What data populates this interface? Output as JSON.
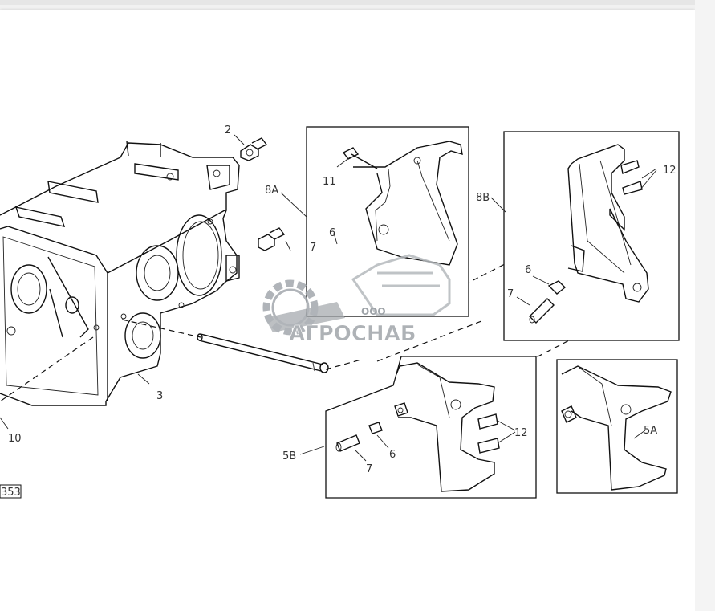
{
  "labels": {
    "l2": "2",
    "l3": "3",
    "l5a": "5A",
    "l5b": "5B",
    "l6a": "6",
    "l6b": "6",
    "l6c": "6",
    "l7a": "7",
    "l7b": "7",
    "l7c": "7",
    "l8a": "8A",
    "l8b": "8B",
    "l10": "10",
    "l11": "11",
    "l12a": "12",
    "l12b": "12",
    "ref": "353"
  },
  "watermark": {
    "prefix": "ООО",
    "name": "АГРОСНАБ"
  },
  "colors": {
    "line": "#111111",
    "label": "#333333",
    "watermark": "#9aa0a6"
  }
}
